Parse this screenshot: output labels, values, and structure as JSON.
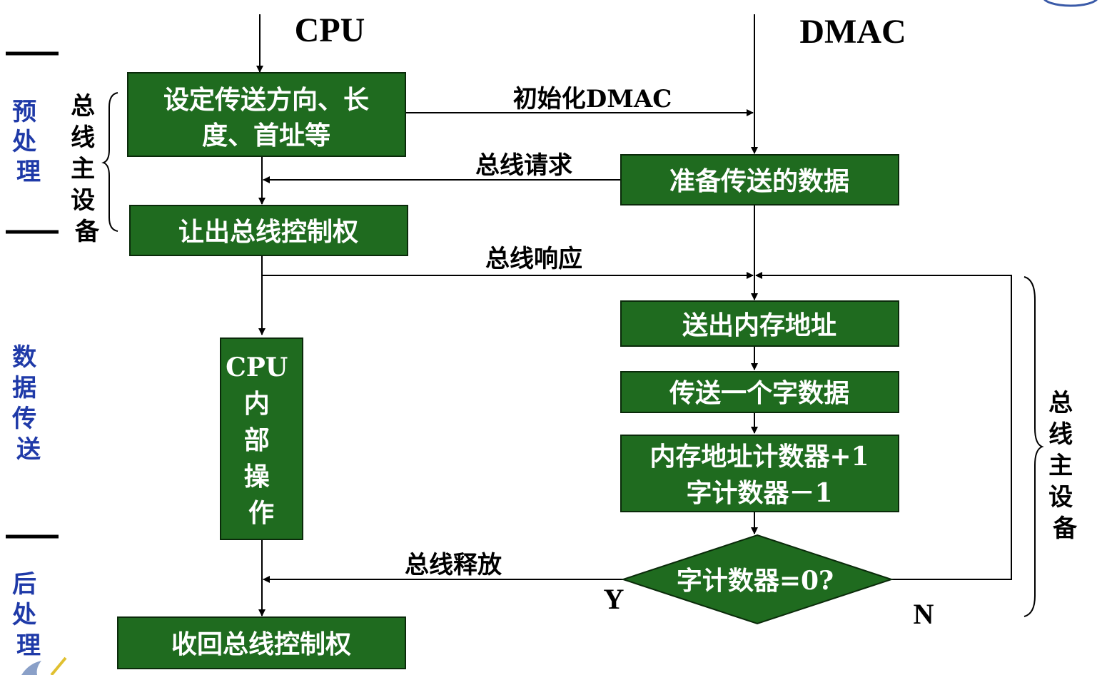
{
  "headers": {
    "cpu": "CPU",
    "dmac": "DMAC"
  },
  "phases": {
    "pre": "预处理",
    "transfer": "数据传送",
    "post": "后处理"
  },
  "side_labels": {
    "left": "总线主设备",
    "right": "总线主设备"
  },
  "boxes": {
    "set_params": [
      "设定传送方向、长",
      "度、首址等"
    ],
    "prepare_data": "准备传送的数据",
    "yield_bus": "让出总线控制权",
    "cpu_internal": [
      "CPU",
      "内",
      "部",
      "操",
      "作"
    ],
    "send_address": "送出内存地址",
    "transfer_word": "传送一个字数据",
    "counters": [
      "内存地址计数器+1",
      "字计数器－1"
    ],
    "check_zero": "字计数器=0?",
    "reclaim_bus": "收回总线控制权"
  },
  "arrow_labels": {
    "init_dmac": "初始化DMAC",
    "bus_request": "总线请求",
    "bus_ack": "总线响应",
    "bus_release": "总线释放",
    "yes": "Y",
    "no": "N"
  }
}
